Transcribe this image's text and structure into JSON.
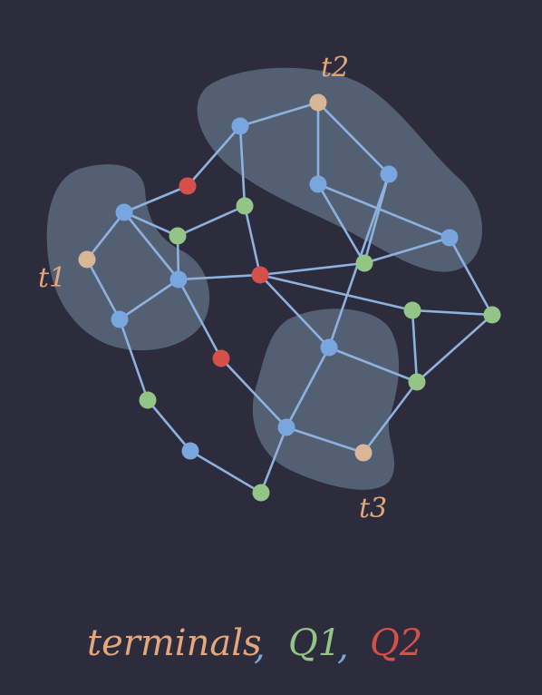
{
  "colors": {
    "background": "#2c2c3c",
    "blob": "#5b6b80",
    "edge": "#8fb1de",
    "vertex": "#7aa6e0",
    "terminal": "#d7b796",
    "q1": "#93c587",
    "q2": "#d6504a",
    "label": "#e4a77b"
  },
  "terminal_labels": {
    "t1": "t1",
    "t2": "t2",
    "t3": "t3"
  },
  "legend": {
    "terminals": "terminals",
    "sep1": ",",
    "q1": "Q1",
    "sep2": ",",
    "q2": "Q2"
  },
  "graph": {
    "nodes": [
      {
        "id": "tA",
        "kind": "terminal"
      },
      {
        "id": "tB",
        "kind": "terminal"
      },
      {
        "id": "tC",
        "kind": "terminal"
      },
      {
        "id": "v1",
        "kind": "vertex"
      },
      {
        "id": "v2",
        "kind": "vertex"
      },
      {
        "id": "v3",
        "kind": "vertex"
      },
      {
        "id": "v4",
        "kind": "vertex"
      },
      {
        "id": "v5",
        "kind": "vertex"
      },
      {
        "id": "v6",
        "kind": "vertex"
      },
      {
        "id": "v7",
        "kind": "vertex"
      },
      {
        "id": "v8",
        "kind": "vertex"
      },
      {
        "id": "v9",
        "kind": "vertex"
      },
      {
        "id": "v10",
        "kind": "vertex"
      },
      {
        "id": "g1",
        "kind": "q1"
      },
      {
        "id": "g2",
        "kind": "q1"
      },
      {
        "id": "g3",
        "kind": "q1"
      },
      {
        "id": "g4",
        "kind": "q1"
      },
      {
        "id": "g5",
        "kind": "q1"
      },
      {
        "id": "g6",
        "kind": "q1"
      },
      {
        "id": "g7",
        "kind": "q1"
      },
      {
        "id": "g8",
        "kind": "q1"
      },
      {
        "id": "r1",
        "kind": "q2"
      },
      {
        "id": "r2",
        "kind": "q2"
      },
      {
        "id": "r3",
        "kind": "q2"
      }
    ],
    "edges": [
      [
        "v2",
        "tB"
      ],
      [
        "v2",
        "r1"
      ],
      [
        "v2",
        "g2"
      ],
      [
        "tB",
        "v3"
      ],
      [
        "tB",
        "v4"
      ],
      [
        "v3",
        "g3"
      ],
      [
        "v4",
        "g3"
      ],
      [
        "v4",
        "v5"
      ],
      [
        "v5",
        "g3"
      ],
      [
        "v5",
        "g6"
      ],
      [
        "r1",
        "v6"
      ],
      [
        "v6",
        "tA"
      ],
      [
        "v6",
        "g1"
      ],
      [
        "v6",
        "v7"
      ],
      [
        "g1",
        "g2"
      ],
      [
        "g1",
        "v7"
      ],
      [
        "g2",
        "r2"
      ],
      [
        "tA",
        "v1"
      ],
      [
        "v7",
        "v1"
      ],
      [
        "v7",
        "r2"
      ],
      [
        "v7",
        "r3"
      ],
      [
        "r2",
        "g3"
      ],
      [
        "r2",
        "v8"
      ],
      [
        "r2",
        "g7"
      ],
      [
        "v1",
        "g5"
      ],
      [
        "g5",
        "v9"
      ],
      [
        "v9",
        "g8"
      ],
      [
        "g8",
        "v10"
      ],
      [
        "v10",
        "v8"
      ],
      [
        "v10",
        "tC"
      ],
      [
        "v8",
        "g4"
      ],
      [
        "g4",
        "g7"
      ],
      [
        "g4",
        "g6"
      ],
      [
        "g7",
        "g6"
      ],
      [
        "g4",
        "tC"
      ],
      [
        "r3",
        "v10"
      ],
      [
        "v3",
        "v8"
      ]
    ]
  }
}
